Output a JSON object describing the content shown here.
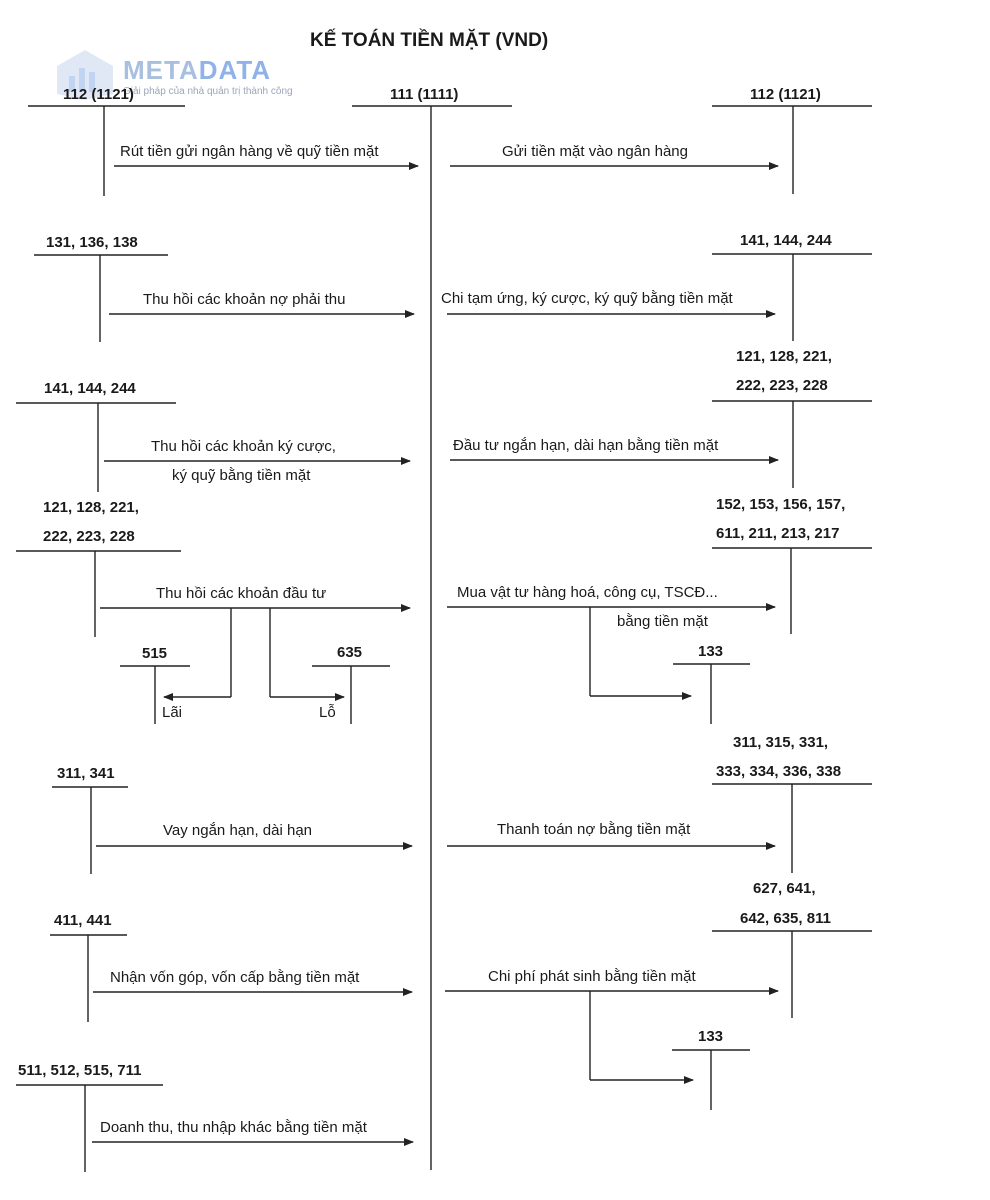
{
  "title": "KẾ TOÁN TIỀN MẶT (VND)",
  "watermark": {
    "brand_part1": "META",
    "brand_part2": "DATA",
    "tagline": "Giải pháp của nhà quản trị thành công"
  },
  "center_account": "111 (1111)",
  "left": {
    "acc_112": "112 (1121)",
    "lbl_112": "Rút tiền gửi ngân hàng về quỹ tiền mặt",
    "acc_131": "131, 136, 138",
    "lbl_131": "Thu hồi các khoản nợ phải thu",
    "acc_141": "141, 144, 244",
    "lbl_141_l1": "Thu hồi các khoản ký cược,",
    "lbl_141_l2": "ký quỹ bằng tiền mặt",
    "acc_121_l1": "121, 128, 221,",
    "acc_121_l2": "222, 223, 228",
    "lbl_121": "Thu hồi các khoản đầu tư",
    "acc_515": "515",
    "lbl_515": "Lãi",
    "acc_635": "635",
    "lbl_635": "Lỗ",
    "acc_311": "311, 341",
    "lbl_311": "Vay ngắn hạn, dài hạn",
    "acc_411": "411, 441",
    "lbl_411": "Nhận vốn góp, vốn cấp bằng tiền mặt",
    "acc_511": "511, 512, 515, 711",
    "lbl_511": "Doanh thu, thu nhập khác bằng tiền mặt"
  },
  "right": {
    "acc_112": "112 (1121)",
    "lbl_112": "Gửi tiền mặt vào ngân hàng",
    "acc_141": "141, 144, 244",
    "lbl_141": "Chi tạm ứng, ký cược, ký quỹ bằng tiền mặt",
    "acc_121_l1": "121, 128, 221,",
    "acc_121_l2": "222, 223, 228",
    "lbl_121": "Đầu tư ngắn hạn, dài hạn bằng tiền mặt",
    "acc_152_l1": "152, 153, 156, 157,",
    "acc_152_l2": "611, 211, 213, 217",
    "lbl_152_l1": "Mua vật tư hàng hoá, công cụ, TSCĐ...",
    "lbl_152_l2": "bằng tiền mặt",
    "acc_133a": "133",
    "acc_311_l1": "311, 315, 331,",
    "acc_311_l2": "333, 334, 336, 338",
    "lbl_311": "Thanh toán nợ bằng tiền mặt",
    "acc_627_l1": "627, 641,",
    "acc_627_l2": "642, 635, 811",
    "lbl_627": "Chi phí phát sinh bằng tiền mặt",
    "acc_133b": "133"
  }
}
